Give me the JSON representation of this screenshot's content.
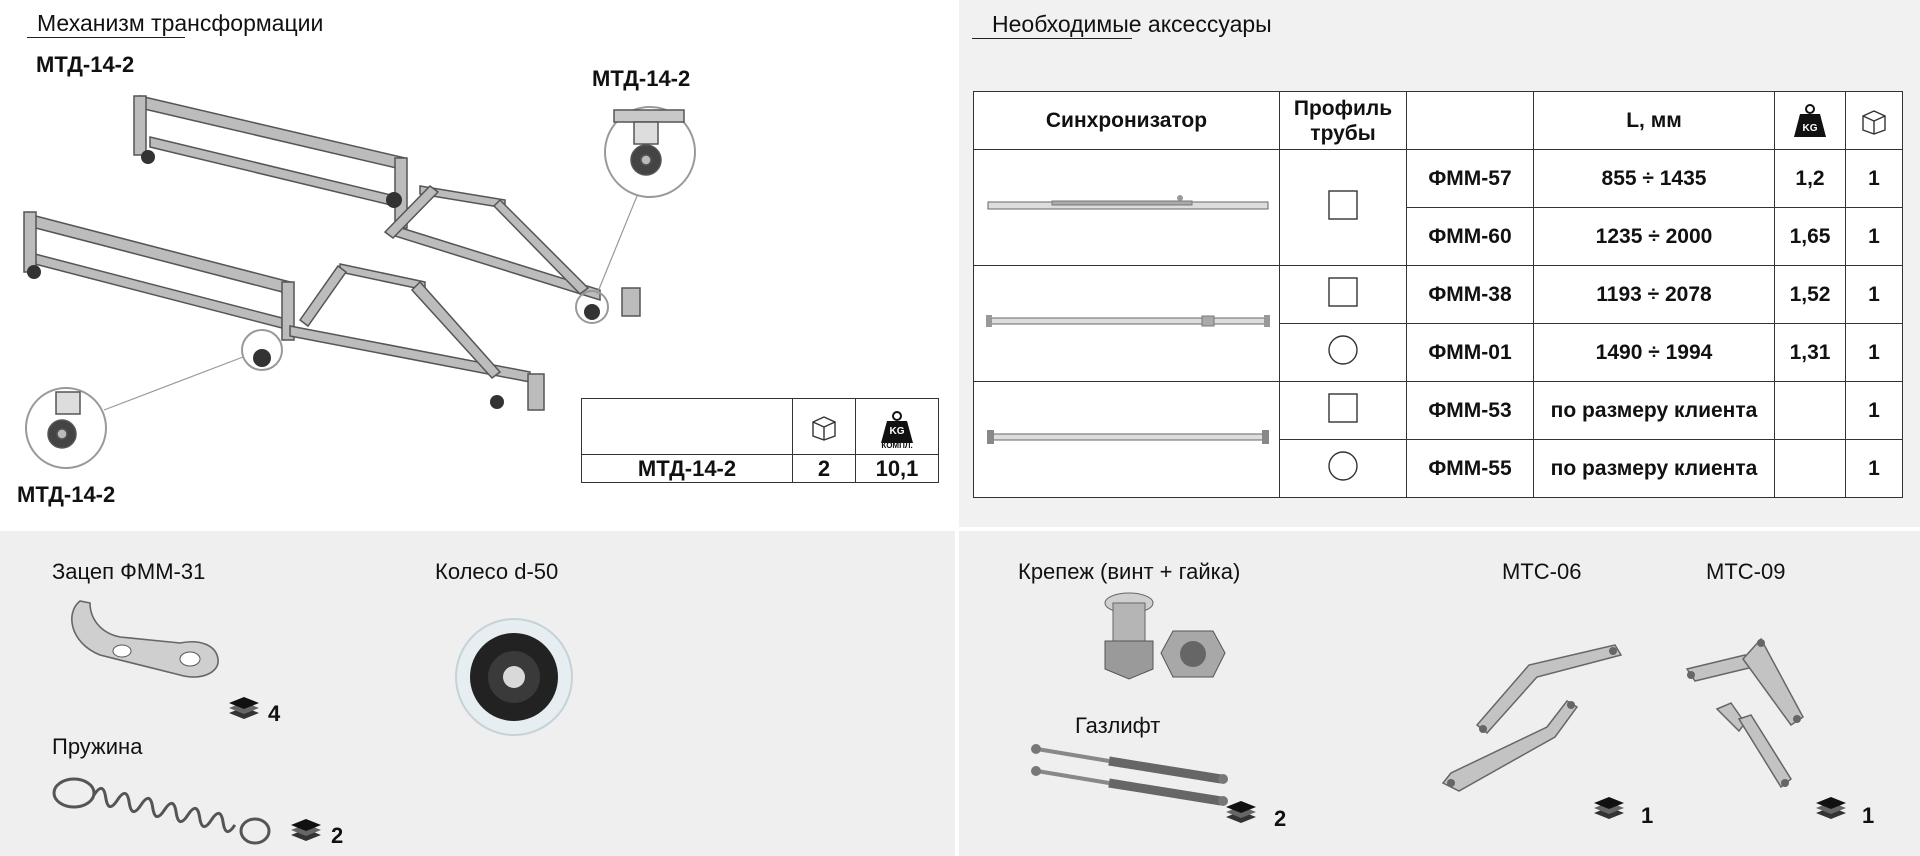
{
  "mechanism": {
    "title": "Механизм трансформации",
    "callouts": [
      "МТД-14-2",
      "МТД-14-2",
      "МТД-14-2"
    ],
    "table": {
      "model": "МТД-14-2",
      "boxes": "2",
      "weight": "10,1",
      "weight_icon_label": "KG",
      "weight_icon_sublabel": "КОМПЛ."
    }
  },
  "accessories": {
    "title": "Необходимые аксессуары",
    "headers": {
      "sync": "Синхронизатор",
      "profile_line1": "Профиль",
      "profile_line2": "трубы",
      "code": "",
      "length": "L, мм",
      "weight_icon_label": "KG"
    },
    "rows": [
      {
        "code": "ФММ-57",
        "length": "855 ÷ 1435",
        "weight": "1,2",
        "qty": "1"
      },
      {
        "code": "ФММ-60",
        "length": "1235 ÷ 2000",
        "weight": "1,65",
        "qty": "1"
      },
      {
        "code": "ФММ-38",
        "length": "1193 ÷ 2078",
        "weight": "1,52",
        "qty": "1"
      },
      {
        "code": "ФММ-01",
        "length": "1490  ÷ 1994",
        "weight": "1,31",
        "qty": "1"
      },
      {
        "code": "ФММ-53",
        "length": "по размеру клиента",
        "weight": "",
        "qty": "1"
      },
      {
        "code": "ФММ-55",
        "length": "по размеру клиента",
        "weight": "",
        "qty": "1"
      }
    ]
  },
  "parts_left": {
    "hook": {
      "label": "Зацеп ФММ-31",
      "qty": "4"
    },
    "wheel": {
      "label": "Колесо d-50"
    },
    "spring": {
      "label": "Пружина",
      "qty": "2"
    }
  },
  "parts_right": {
    "fastener": {
      "label": "Крепеж (винт + гайка)"
    },
    "gaslift": {
      "label": "Газлифт",
      "qty": "2"
    },
    "mts06": {
      "label": "МТС-06",
      "qty": "1"
    },
    "mts09": {
      "label": "МТС-09",
      "qty": "1"
    }
  },
  "colors": {
    "metal": "#8f8f8f",
    "line": "#333333",
    "panel_bg": "#efefef"
  }
}
